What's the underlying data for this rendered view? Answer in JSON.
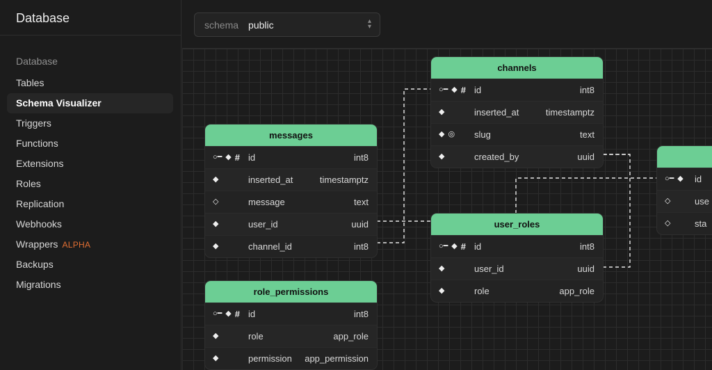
{
  "sidebar": {
    "title": "Database",
    "section": "Database",
    "items": [
      {
        "label": "Tables",
        "badge": ""
      },
      {
        "label": "Schema Visualizer",
        "badge": "",
        "active": true
      },
      {
        "label": "Triggers",
        "badge": ""
      },
      {
        "label": "Functions",
        "badge": ""
      },
      {
        "label": "Extensions",
        "badge": ""
      },
      {
        "label": "Roles",
        "badge": ""
      },
      {
        "label": "Replication",
        "badge": ""
      },
      {
        "label": "Webhooks",
        "badge": ""
      },
      {
        "label": "Wrappers",
        "badge": "ALPHA"
      },
      {
        "label": "Backups",
        "badge": ""
      },
      {
        "label": "Migrations",
        "badge": ""
      }
    ]
  },
  "toolbar": {
    "schema_label": "schema",
    "schema_value": "public"
  },
  "colors": {
    "header_green": "#6cce94",
    "badge_orange": "#e36f33",
    "background": "#1c1c1c"
  },
  "tables": {
    "messages": {
      "name": "messages",
      "columns": [
        {
          "name": "id",
          "type": "int8",
          "icons": [
            "key-icon",
            "diamond-filled-icon",
            "hash-icon"
          ]
        },
        {
          "name": "inserted_at",
          "type": "timestamptz",
          "icons": [
            "diamond-filled-icon"
          ]
        },
        {
          "name": "message",
          "type": "text",
          "icons": [
            "diamond-outline-icon"
          ]
        },
        {
          "name": "user_id",
          "type": "uuid",
          "icons": [
            "diamond-filled-icon"
          ]
        },
        {
          "name": "channel_id",
          "type": "int8",
          "icons": [
            "diamond-filled-icon"
          ]
        }
      ]
    },
    "channels": {
      "name": "channels",
      "columns": [
        {
          "name": "id",
          "type": "int8",
          "icons": [
            "key-icon",
            "diamond-filled-icon",
            "hash-icon"
          ]
        },
        {
          "name": "inserted_at",
          "type": "timestamptz",
          "icons": [
            "diamond-filled-icon"
          ]
        },
        {
          "name": "slug",
          "type": "text",
          "icons": [
            "diamond-filled-icon",
            "fingerprint-icon"
          ]
        },
        {
          "name": "created_by",
          "type": "uuid",
          "icons": [
            "diamond-filled-icon"
          ]
        }
      ]
    },
    "user_roles": {
      "name": "user_roles",
      "columns": [
        {
          "name": "id",
          "type": "int8",
          "icons": [
            "key-icon",
            "diamond-filled-icon",
            "hash-icon"
          ]
        },
        {
          "name": "user_id",
          "type": "uuid",
          "icons": [
            "diamond-filled-icon"
          ]
        },
        {
          "name": "role",
          "type": "app_role",
          "icons": [
            "diamond-filled-icon"
          ]
        }
      ]
    },
    "role_permissions": {
      "name": "role_permissions",
      "columns": [
        {
          "name": "id",
          "type": "int8",
          "icons": [
            "key-icon",
            "diamond-filled-icon",
            "hash-icon"
          ]
        },
        {
          "name": "role",
          "type": "app_role",
          "icons": [
            "diamond-filled-icon"
          ]
        },
        {
          "name": "permission",
          "type": "app_permission",
          "icons": [
            "diamond-filled-icon"
          ]
        }
      ]
    },
    "users_partial": {
      "name": "",
      "columns": [
        {
          "name": "id",
          "type": "",
          "icons": [
            "key-icon",
            "diamond-filled-icon"
          ]
        },
        {
          "name": "use",
          "type": "",
          "icons": [
            "diamond-outline-icon"
          ]
        },
        {
          "name": "sta",
          "type": "",
          "icons": [
            "diamond-outline-icon"
          ]
        }
      ]
    }
  }
}
